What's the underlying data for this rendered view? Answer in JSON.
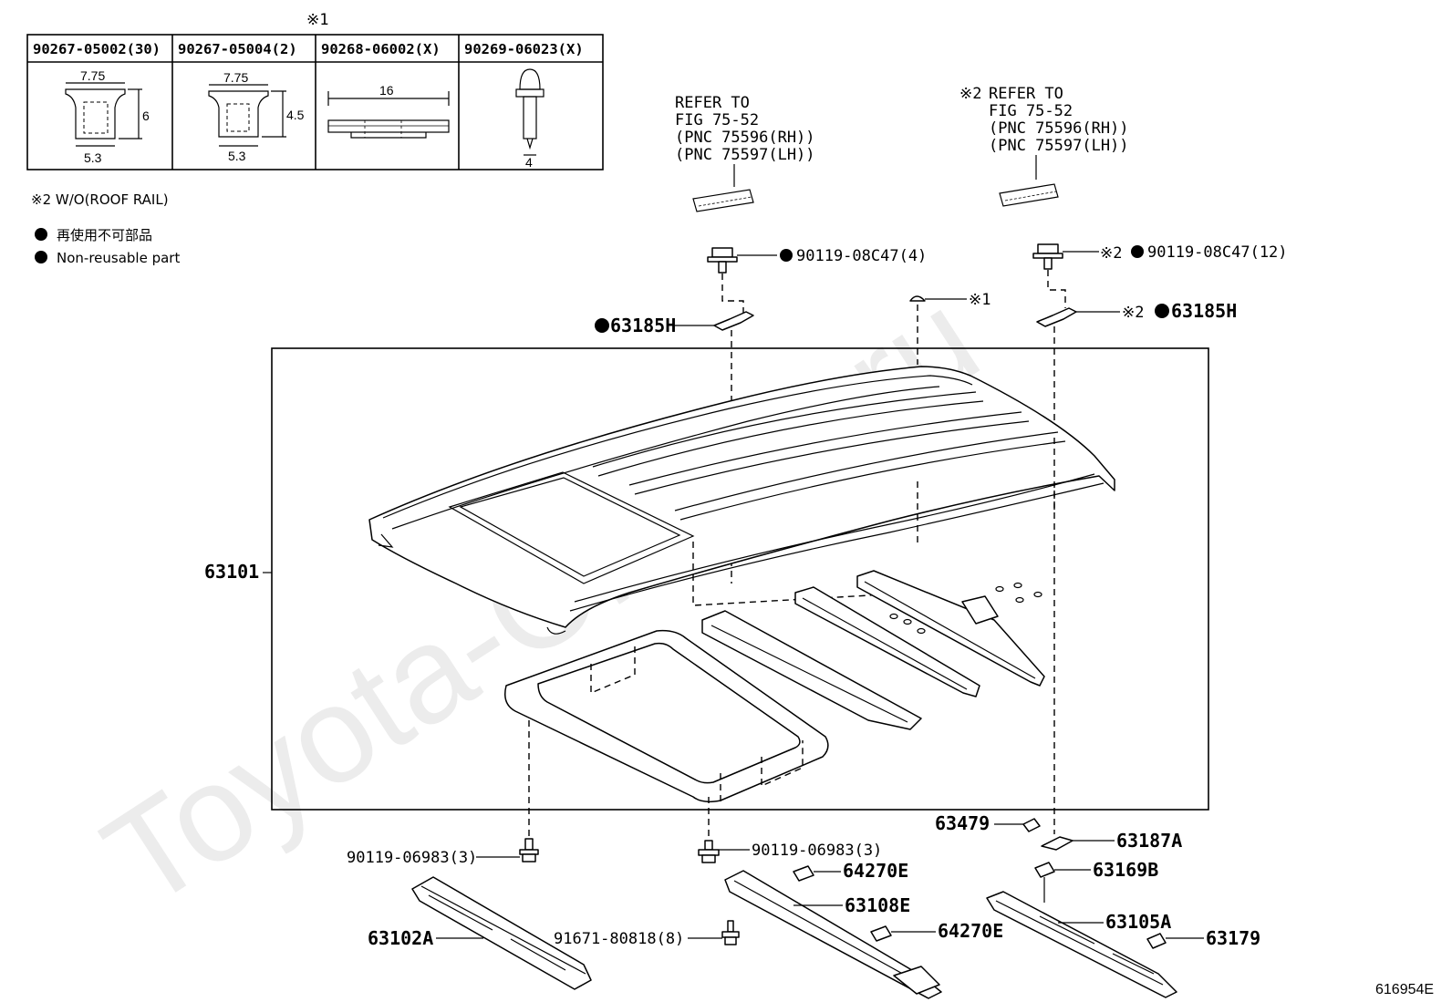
{
  "watermark": "Toyota-Online.ru",
  "figure_id": "616954E",
  "fastener_table": {
    "note_mark": "※1",
    "headers": [
      "90267-05002(30)",
      "90267-05004(2)",
      "90268-06002(X)",
      "90269-06023(X)"
    ],
    "dims": {
      "c1_top": "7.75",
      "c1_side": "6",
      "c1_bottom": "5.3",
      "c2_top": "7.75",
      "c2_side": "4.5",
      "c2_bottom": "5.3",
      "c3_length": "16",
      "c4_bottom": "4"
    }
  },
  "legend": {
    "note2": "※2 W/O(ROOF RAIL)",
    "non_reusable_jp": "再使用不可部品",
    "non_reusable_en": "Non-reusable part"
  },
  "refer_left": [
    "REFER TO",
    "FIG 75-52",
    "(PNC 75596(RH))",
    "(PNC 75597(LH))"
  ],
  "refer_right": {
    "mark": "※2",
    "lines": [
      "REFER TO",
      "FIG 75-52",
      "(PNC 75596(RH))",
      "(PNC 75597(LH))"
    ]
  },
  "parts": {
    "bolt_left": "90119-08C47(4)",
    "bolt_right_mark": "※2",
    "bolt_right": "90119-08C47(12)",
    "clip_mark": "※1",
    "bracket_left": "63185H",
    "bracket_right_mark": "※2",
    "bracket_right": "63185H",
    "roof_panel": "63101",
    "bolt_bottom_left": "90119-06983(3)",
    "bolt_bottom_mid": "90119-06983(3)",
    "rivet": "91671-80818(8)",
    "rail_front": "63102A",
    "bow_mid": "63108E",
    "pad_upper": "64270E",
    "pad_lower": "64270E",
    "clip_63479": "63479",
    "bracket_63187A": "63187A",
    "pad_63169B": "63169B",
    "rail_rear": "63105A",
    "pad_63179": "63179"
  }
}
